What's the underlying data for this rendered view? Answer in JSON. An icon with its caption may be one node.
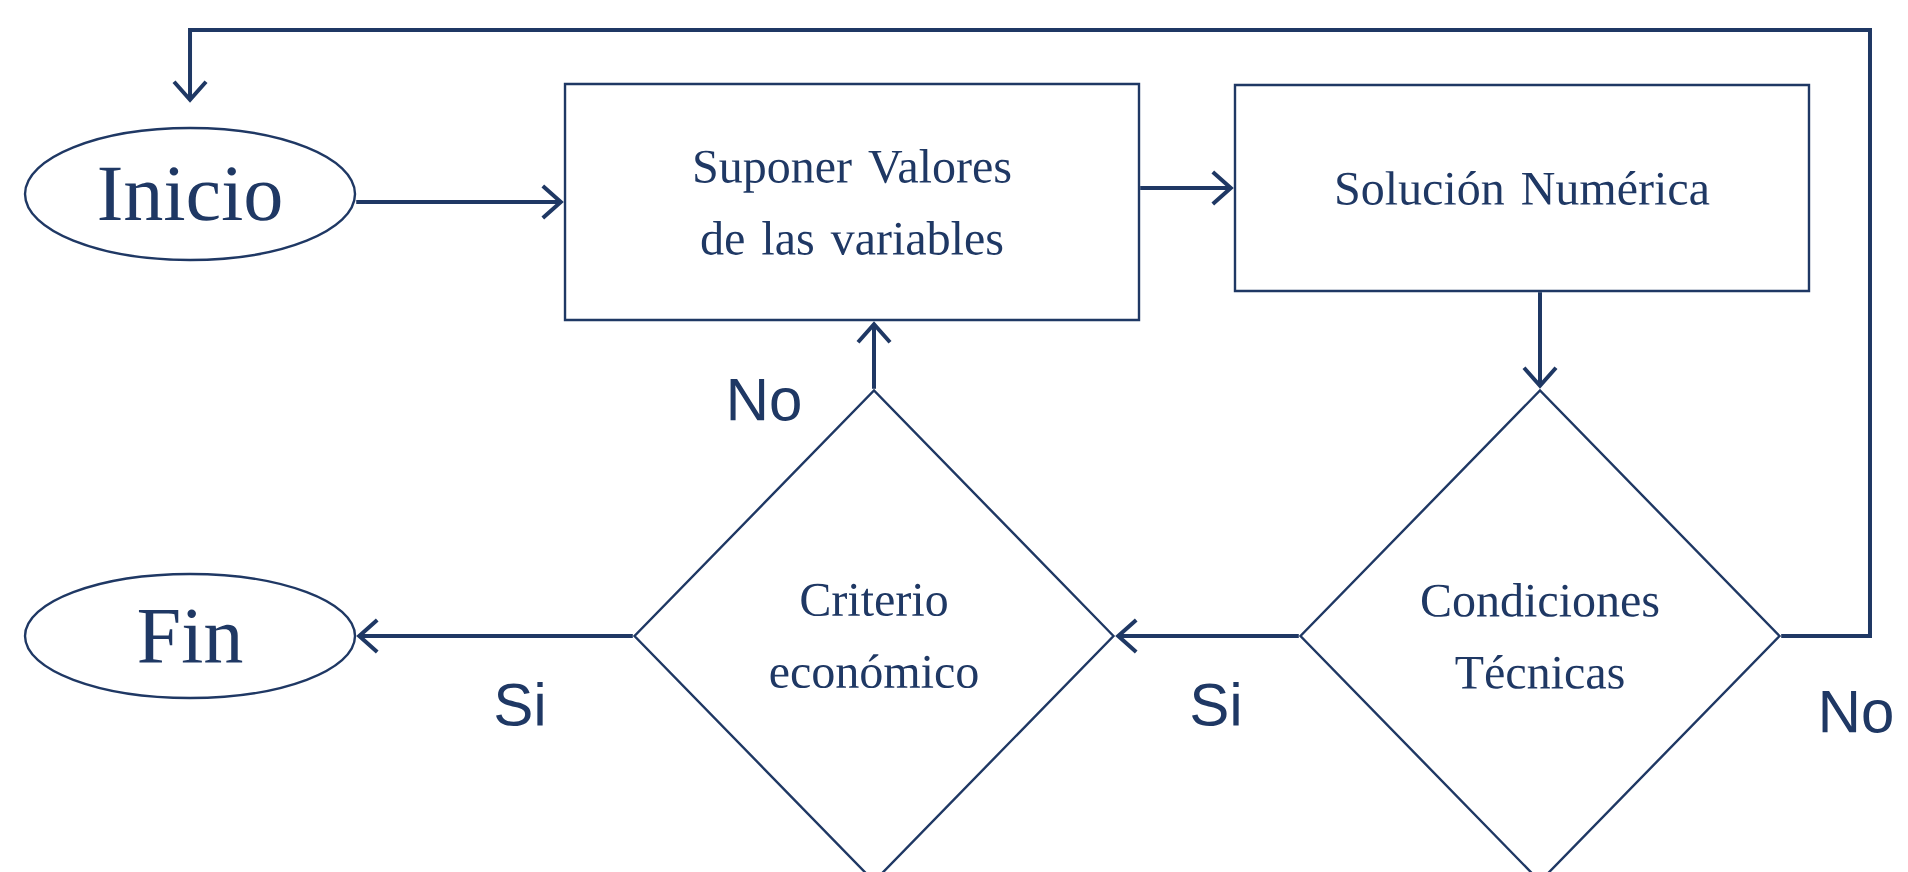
{
  "diagram": {
    "nodes": [
      {
        "text": [
          "Inicio"
        ]
      },
      {
        "text": [
          "Suponer Valores de las variables"
        ]
      },
      {
        "text": [
          "Solución Numérica"
        ]
      },
      {
        "text": [
          "Condiciones Técnicas"
        ]
      },
      {
        "text": [
          "Criterio económico"
        ]
      },
      {
        "text": [
          "Fin"
        ]
      }
    ],
    "edges": [
      {
        "from": 0,
        "to": 1,
        "arrow": "to"
      },
      {
        "from": 1,
        "to": 2,
        "arrow": "to"
      },
      {
        "from": 2,
        "to": 3,
        "arrow": "to"
      },
      {
        "from": 3,
        "to": 4,
        "arrow": "to",
        "label": "Si"
      },
      {
        "from": 4,
        "to": 5,
        "arrow": "to",
        "label": "Si"
      },
      {
        "from": 4,
        "to": 1,
        "arrow": "to",
        "label": "No"
      },
      {
        "from": 3,
        "to": 0,
        "arrow": "to",
        "label": "No"
      }
    ]
  }
}
